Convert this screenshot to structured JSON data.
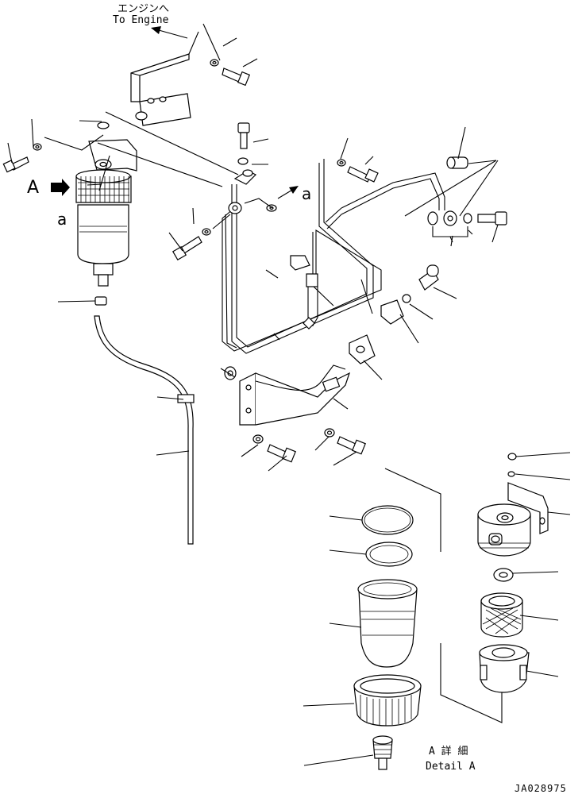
{
  "labels": {
    "to_engine_jp": "エンジンへ",
    "to_engine_en": "To Engine",
    "view_a": "A",
    "conn_a_left": "a",
    "conn_a_right": "a",
    "detail_jp": "A 詳 細",
    "detail_en": "Detail A",
    "drawing_no": "JA028975"
  }
}
